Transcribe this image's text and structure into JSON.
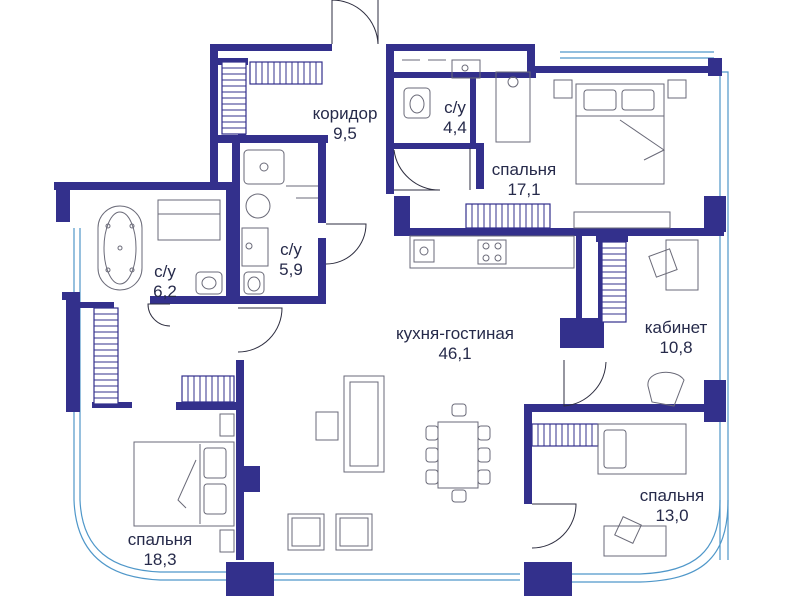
{
  "rooms": {
    "corridor": {
      "name": "коридор",
      "area": "9,5"
    },
    "bath1": {
      "name": "с/у",
      "area": "4,4"
    },
    "bedroom1": {
      "name": "спальня",
      "area": "17,1"
    },
    "bath2": {
      "name": "с/у",
      "area": "5,9"
    },
    "bath3": {
      "name": "с/у",
      "area": "6,2"
    },
    "living": {
      "name": "кухня-гостиная",
      "area": "46,1"
    },
    "study": {
      "name": "кабинет",
      "area": "10,8"
    },
    "bedroom2": {
      "name": "спальня",
      "area": "13,0"
    },
    "bedroom3": {
      "name": "спальня",
      "area": "18,3"
    }
  },
  "colors": {
    "wall": "#33308c",
    "glass": "#4f97c9",
    "text": "#262a4a",
    "furniture": "#6a6a78"
  }
}
